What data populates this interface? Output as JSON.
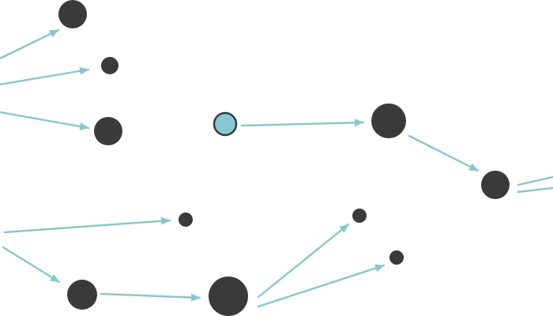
{
  "diagram": {
    "type": "node-link graph",
    "colors": {
      "background": "#ffffff",
      "node_fill": "#3a3a3a",
      "node_highlight": "#87c9d2",
      "node_highlight_stroke": "#3a3a3a",
      "edge": "#87c6cf"
    },
    "nodes": [
      {
        "id": "top-left-large",
        "kind": "default"
      },
      {
        "id": "top-left-small",
        "kind": "default"
      },
      {
        "id": "left-mid",
        "kind": "default"
      },
      {
        "id": "highlighted-source",
        "kind": "highlighted"
      },
      {
        "id": "center-large",
        "kind": "default"
      },
      {
        "id": "right-mid",
        "kind": "default"
      },
      {
        "id": "mid-small",
        "kind": "default"
      },
      {
        "id": "bottom-left",
        "kind": "default"
      },
      {
        "id": "bottom-center-large",
        "kind": "default"
      },
      {
        "id": "bottom-right-upper",
        "kind": "default"
      },
      {
        "id": "bottom-right-lower",
        "kind": "default"
      }
    ],
    "edges": [
      {
        "from": "offscreen-left",
        "to": "top-left-large"
      },
      {
        "from": "offscreen-left",
        "to": "top-left-small"
      },
      {
        "from": "offscreen-left",
        "to": "left-mid"
      },
      {
        "from": "highlighted-source",
        "to": "center-large"
      },
      {
        "from": "center-large",
        "to": "right-mid"
      },
      {
        "from": "right-mid",
        "to": "offscreen-right"
      },
      {
        "from": "right-mid",
        "to": "offscreen-right"
      },
      {
        "from": "offscreen-left",
        "to": "mid-small"
      },
      {
        "from": "offscreen-left",
        "to": "bottom-left"
      },
      {
        "from": "bottom-left",
        "to": "bottom-center-large"
      },
      {
        "from": "bottom-center-large",
        "to": "bottom-right-upper"
      },
      {
        "from": "bottom-center-large",
        "to": "bottom-right-lower"
      }
    ]
  }
}
